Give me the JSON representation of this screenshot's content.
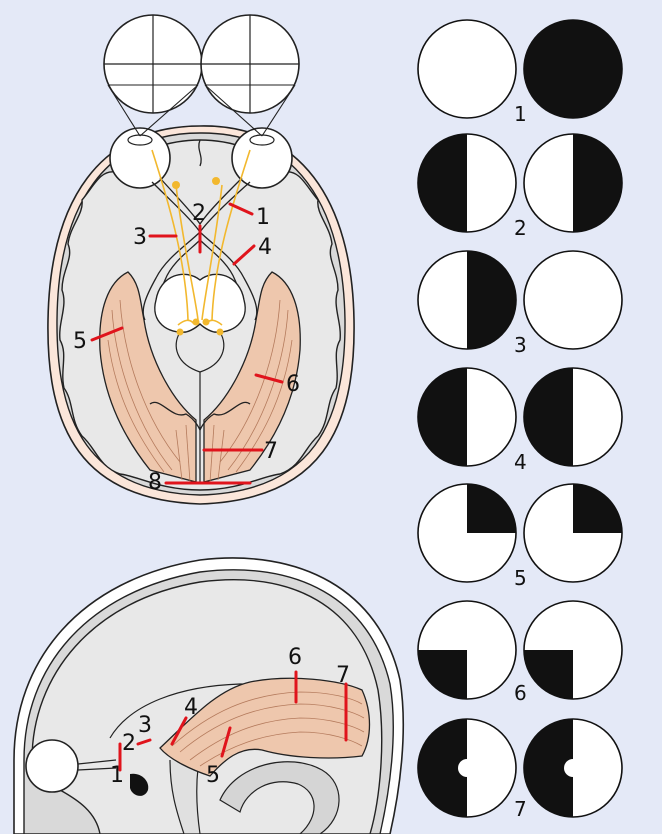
{
  "axial_labels": [
    "1",
    "2",
    "3",
    "4",
    "5",
    "6",
    "7",
    "8"
  ],
  "sagittal_labels": [
    "1",
    "2",
    "3",
    "4",
    "5",
    "6",
    "7"
  ],
  "field_labels": [
    "1",
    "2",
    "3",
    "4",
    "5",
    "6",
    "7"
  ],
  "colors": {
    "background": "#e4e9f7",
    "lesion_marker": "#e0141c",
    "optic_radiation": "#eec7ad",
    "visual_pathway": "#f2b82e",
    "scalp": "#fbe6da",
    "brain": "#e8e8e8",
    "deficit": "#111111"
  },
  "visual_field_defects": [
    {
      "label": "1",
      "left_eye": "normal",
      "right_eye": "blind"
    },
    {
      "label": "2",
      "left_eye": "temporal hemianopia",
      "right_eye": "temporal hemianopia"
    },
    {
      "label": "3",
      "left_eye": "nasal hemianopia",
      "right_eye": "normal"
    },
    {
      "label": "4",
      "left_eye": "left homonymous hemianopia",
      "right_eye": "left homonymous hemianopia"
    },
    {
      "label": "5",
      "left_eye": "upper-right quadrantanopia",
      "right_eye": "upper-right quadrantanopia"
    },
    {
      "label": "6",
      "left_eye": "lower-left quadrantanopia",
      "right_eye": "lower-left quadrantanopia"
    },
    {
      "label": "7",
      "left_eye": "left hemianopia with macular sparing",
      "right_eye": "left hemianopia with macular sparing"
    }
  ]
}
